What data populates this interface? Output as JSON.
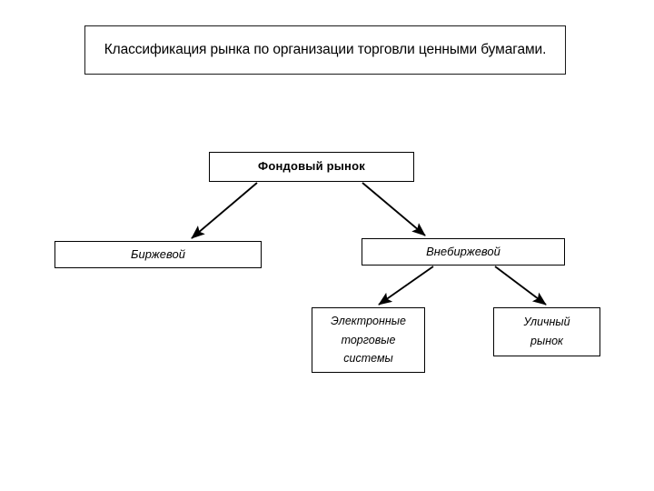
{
  "diagram": {
    "title": "Классификация рынка по организации торговли ценными бумагами.",
    "colors": {
      "background": "#ffffff",
      "box_fill": "#ffffff",
      "line": "#000000",
      "text": "#000000"
    },
    "nodes": {
      "root": {
        "label": "Фондовый рынок"
      },
      "exchange": {
        "label": "Биржевой"
      },
      "otc": {
        "label": "Внебиржевой"
      },
      "electronic": {
        "label": "Электронные\nторговые\nсистемы"
      },
      "street": {
        "label": "Уличный\nрынок"
      }
    },
    "edges": [
      {
        "from": "root",
        "to": "exchange",
        "arrow": true
      },
      {
        "from": "root",
        "to": "otc",
        "arrow": true
      },
      {
        "from": "otc",
        "to": "electronic",
        "arrow": true
      },
      {
        "from": "otc",
        "to": "street",
        "arrow": true
      }
    ]
  }
}
